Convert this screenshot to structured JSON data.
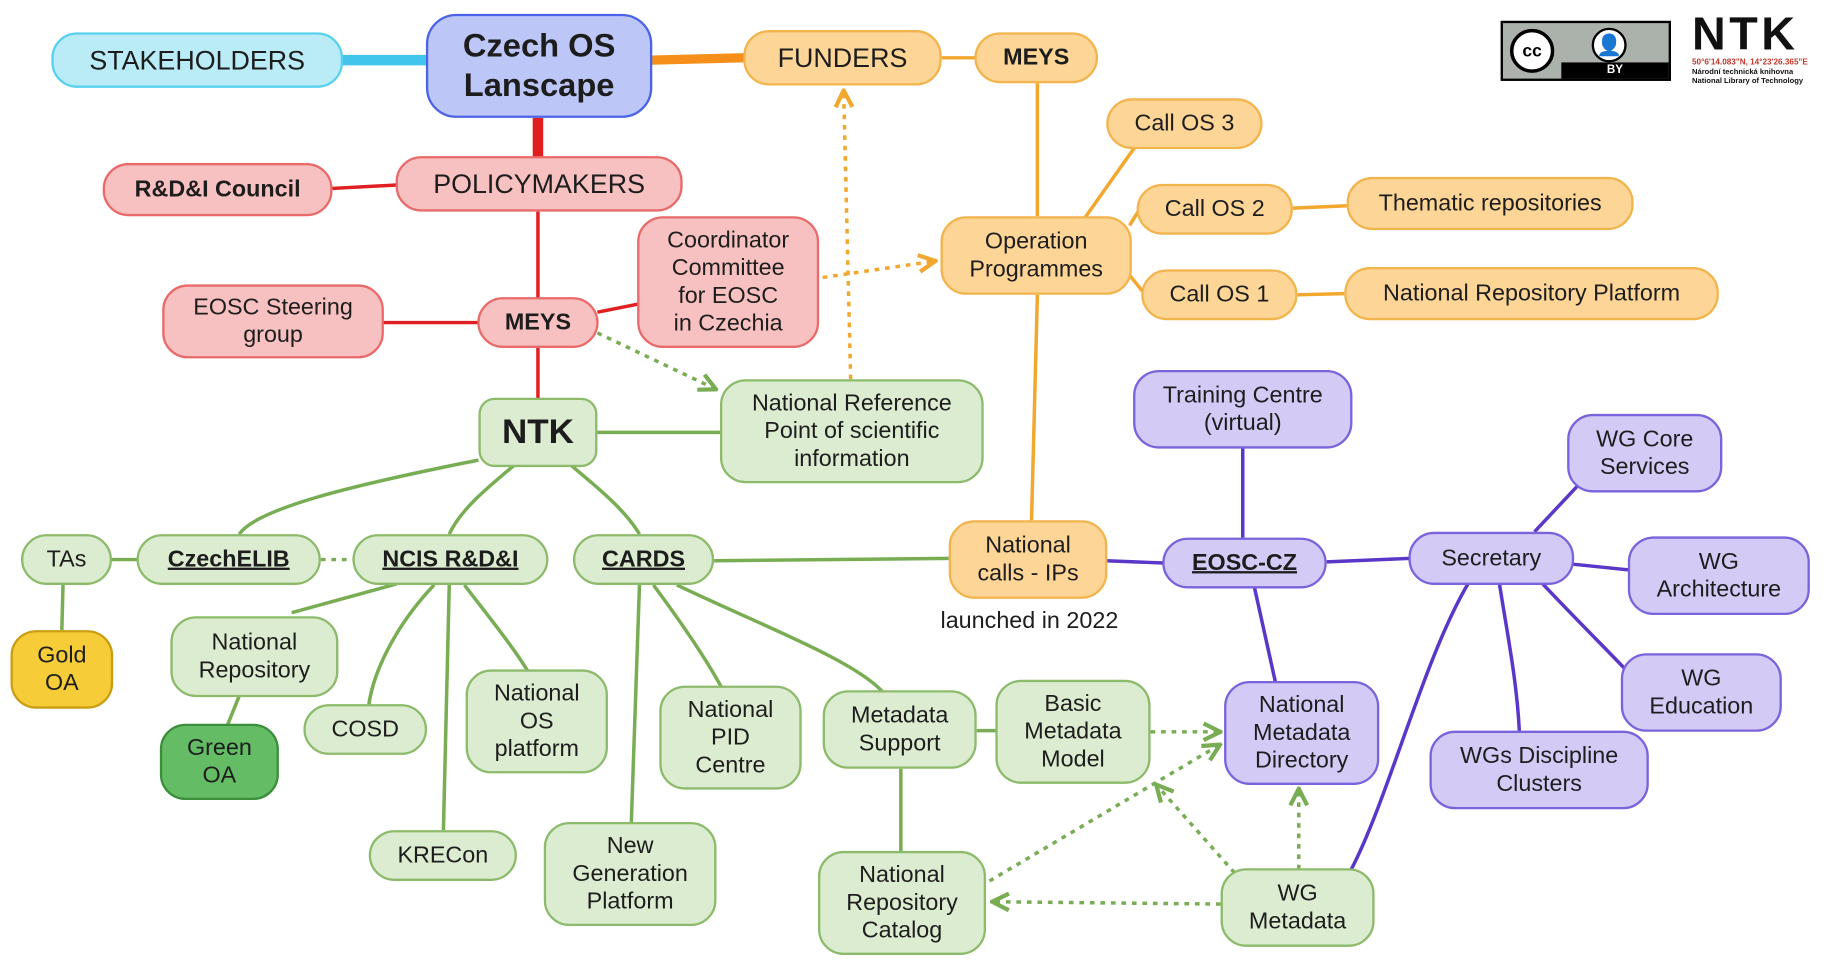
{
  "nodes": {
    "czech_os": "Czech OS\nLanscape",
    "stakeholders": "STAKEHOLDERS",
    "funders": "FUNDERS",
    "meys_funder": "MEYS",
    "policymakers": "POLICYMAKERS",
    "rdi_council": "R&D&I Council",
    "meys_policy": "MEYS",
    "eosc_steering": "EOSC Steering\ngroup",
    "coordinator": "Coordinator\nCommittee\nfor EOSC\nin Czechia",
    "operation_programmes": "Operation\nProgrammes",
    "call_os3": "Call OS 3",
    "call_os2": "Call OS 2",
    "call_os1": "Call OS 1",
    "thematic_repos": "Thematic repositories",
    "national_repo_platform": "National Repository Platform",
    "ntk": "NTK",
    "nat_ref_point": "National Reference\nPoint of scientific\ninformation",
    "tas": "TAs",
    "czechelib": "CzechELIB",
    "ncis": "NCIS R&D&I",
    "cards": "CARDS",
    "national_calls": "National\ncalls - IPs",
    "gold_oa": "Gold\nOA",
    "national_repository": "National\nRepository",
    "green_oa": "Green\nOA",
    "cosd": "COSD",
    "national_os_platform": "National\nOS\nplatform",
    "krecon": "KRECon",
    "new_gen_platform": "New\nGeneration\nPlatform",
    "national_pid": "National\nPID\nCentre",
    "metadata_support": "Metadata\nSupport",
    "basic_metadata": "Basic\nMetadata\nModel",
    "nat_repo_catalog": "National\nRepository\nCatalog",
    "training_centre": "Training Centre\n(virtual)",
    "eosc_cz": "EOSC-CZ",
    "national_metadata_dir": "National\nMetadata\nDirectory",
    "wg_metadata": "WG\nMetadata",
    "secretary": "Secretary",
    "wg_core": "WG Core\nServices",
    "wg_architecture": "WG\nArchitecture",
    "wg_education": "WG\nEducation",
    "wg_discipline": "WGs Discipline\nClusters"
  },
  "captions": {
    "launched": "launched in 2022"
  },
  "logos": {
    "cc_mark": "cc",
    "cc_by": "BY",
    "ntk_logo": "NTK",
    "ntk_coords": "50°6'14.083\"N, 14°23'26.365\"E",
    "ntk_name_cz": "Národní technická knihovna",
    "ntk_name_en": "National Library of Technology"
  },
  "colors": {
    "blue": "#4b63e6",
    "cyan": "#59d1ee",
    "orange": "#f2a82e",
    "red": "#e02020",
    "green": "#78ad53",
    "purple": "#5a37c9"
  }
}
